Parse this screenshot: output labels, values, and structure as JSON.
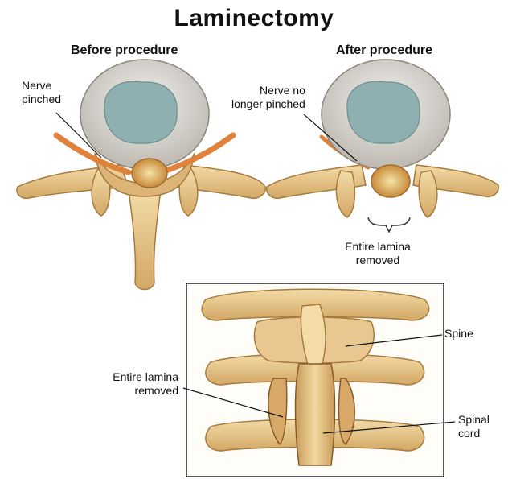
{
  "title": "Laminectomy",
  "before": {
    "heading": "Before procedure",
    "label_line1": "Nerve",
    "label_line2": "pinched"
  },
  "after": {
    "heading": "After procedure",
    "label_line1": "Nerve no",
    "label_line2": "longer pinched",
    "removed_line1": "Entire lamina",
    "removed_line2": "removed"
  },
  "inset": {
    "removed_line1": "Entire lamina",
    "removed_line2": "removed",
    "spine_label": "Spine",
    "cord_line1": "Spinal",
    "cord_line2": "cord"
  },
  "colors": {
    "bone": "#e9c98a",
    "bone_shadow": "#c79a55",
    "disc_outer": "#d9d6cf",
    "disc_inner": "#8fb0b0",
    "nerve": "#e0823c"
  }
}
